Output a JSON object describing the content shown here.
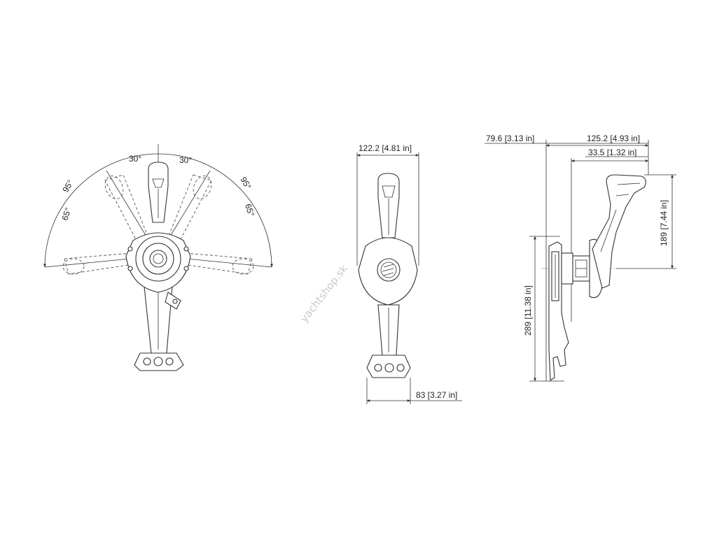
{
  "front_view": {
    "angles": {
      "left_inner": "30°",
      "right_inner": "30°",
      "left_upper": "95°",
      "right_upper": "95°",
      "left_lower": "65°",
      "right_lower": "65°"
    }
  },
  "side_view": {
    "width_top": "122.2 [4.81 in]",
    "width_bottom": "83 [3.27 in]"
  },
  "profile_view": {
    "depth_total": "79.6 [3.13 in]",
    "depth_handle": "125.2 [4.93 in]",
    "depth_hub": "33.5 [1.32 in]",
    "height_handle": "189 [7.44 in]",
    "height_body": "289 [11.38 in]"
  },
  "watermark": "yachtshop.sk",
  "colors": {
    "line": "#333333",
    "watermark": "#c9c9c9",
    "background": "#ffffff"
  }
}
